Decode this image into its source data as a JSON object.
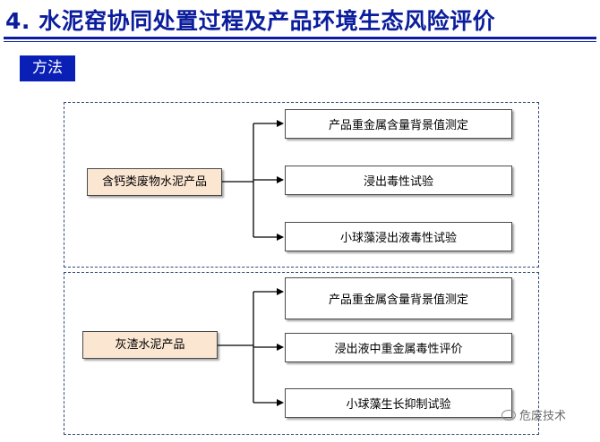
{
  "header": {
    "title": "4. 水泥窑协同处置过程及产品环境生态风险评价"
  },
  "method_badge": "方法",
  "groups": [
    {
      "source": "含钙类废物水泥产品",
      "targets": [
        "产品重金属含量背景值测定",
        "浸出毒性试验",
        "小球藻浸出液毒性试验"
      ]
    },
    {
      "source": "灰渣水泥产品",
      "targets": [
        "产品重金属含量背景值测定",
        "浸出液中重金属毒性评价",
        "小球藻生长抑制试验"
      ]
    }
  ],
  "watermark": "危废技术",
  "colors": {
    "title": "#0b1d9c",
    "badge_bg": "#0a1fb5",
    "source_fill": "#fbe6d2",
    "dashed_border": "#2f4a7a"
  }
}
